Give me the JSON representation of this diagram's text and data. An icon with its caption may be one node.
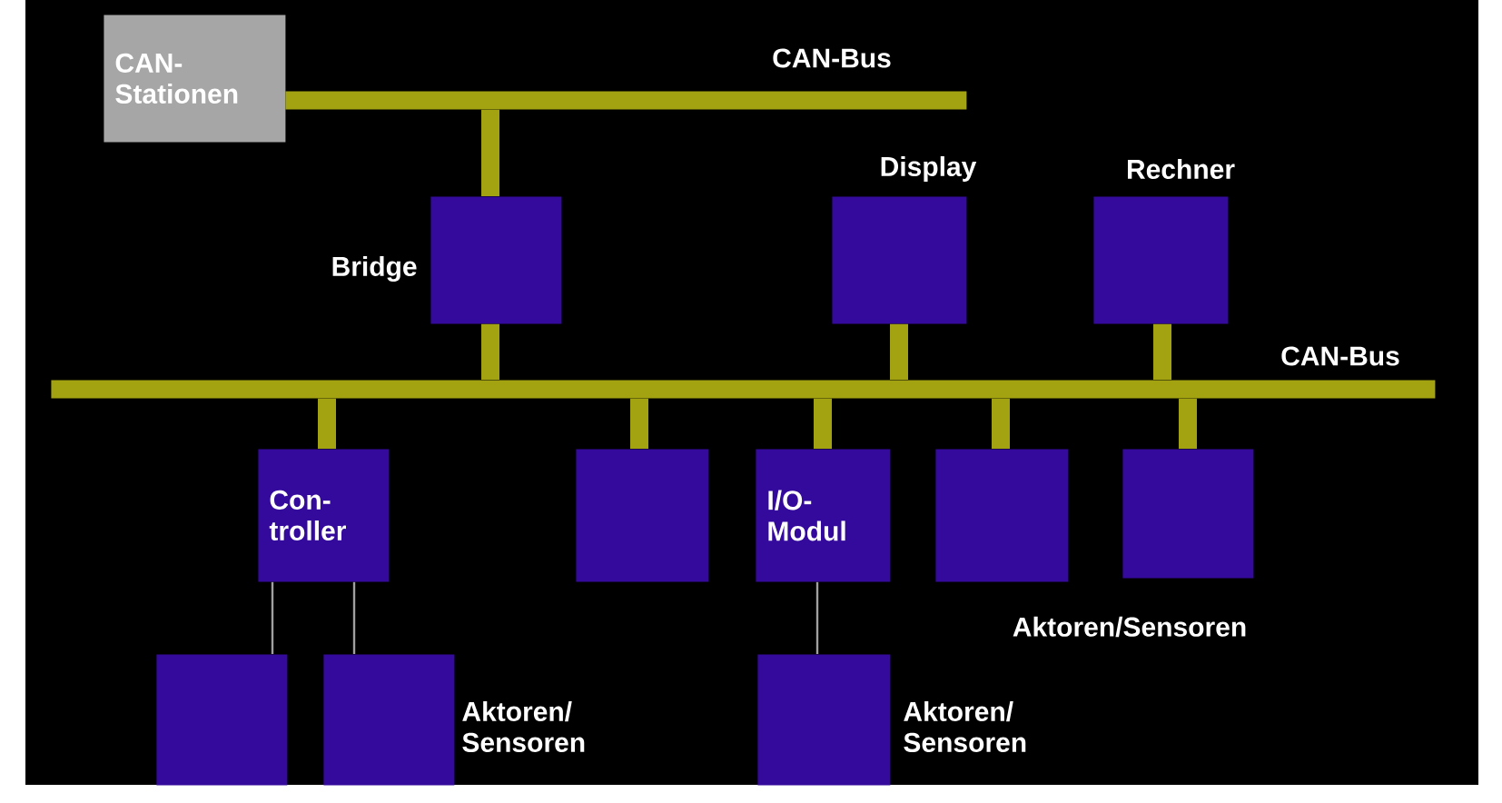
{
  "diagram": {
    "nodes": [
      {
        "text": [
          "CAN- Stationen"
        ]
      },
      {
        "text": [
          "CAN-Bus"
        ]
      },
      {
        "text": [],
        "shape": "box",
        "beside": [
          "Bridge"
        ]
      },
      {
        "text": [],
        "shape": "box",
        "beside": [
          "Display"
        ]
      },
      {
        "text": [],
        "shape": "box",
        "beside": [
          "Rechner"
        ]
      },
      {
        "text": [
          "CAN-Bus"
        ]
      },
      {
        "text": [
          "Con- troller"
        ]
      },
      {
        "text": [],
        "shape": "box"
      },
      {
        "text": [
          "I/O- Modul"
        ]
      },
      {
        "text": [],
        "shape": "box"
      },
      {
        "text": [],
        "shape": "box"
      },
      {
        "text": [],
        "shape": "box"
      },
      {
        "text": [],
        "shape": "box",
        "beside": [
          "Aktoren/ Sensoren"
        ]
      },
      {
        "text": [],
        "shape": "box",
        "beside": [
          "Aktoren/ Sensoren"
        ]
      }
    ],
    "edges": [
      {
        "from": 1,
        "to": 2,
        "arrow": "none"
      },
      {
        "from": 2,
        "to": 5,
        "arrow": "none"
      },
      {
        "from": 3,
        "to": 5,
        "arrow": "none"
      },
      {
        "from": 4,
        "to": 5,
        "arrow": "none"
      },
      {
        "from": 5,
        "to": 6,
        "arrow": "none"
      },
      {
        "from": 5,
        "to": 7,
        "arrow": "none"
      },
      {
        "from": 5,
        "to": 8,
        "arrow": "none"
      },
      {
        "from": 5,
        "to": 9,
        "arrow": "none"
      },
      {
        "from": 5,
        "to": 10,
        "arrow": "none"
      },
      {
        "from": 6,
        "to": 11,
        "arrow": "none",
        "color": "#a0a0a0"
      },
      {
        "from": 6,
        "to": 12,
        "arrow": "none",
        "color": "#a0a0a0"
      },
      {
        "from": 8,
        "to": 13,
        "arrow": "none",
        "color": "#a0a0a0"
      }
    ],
    "labels": [
      "Aktoren/Sensoren"
    ]
  }
}
